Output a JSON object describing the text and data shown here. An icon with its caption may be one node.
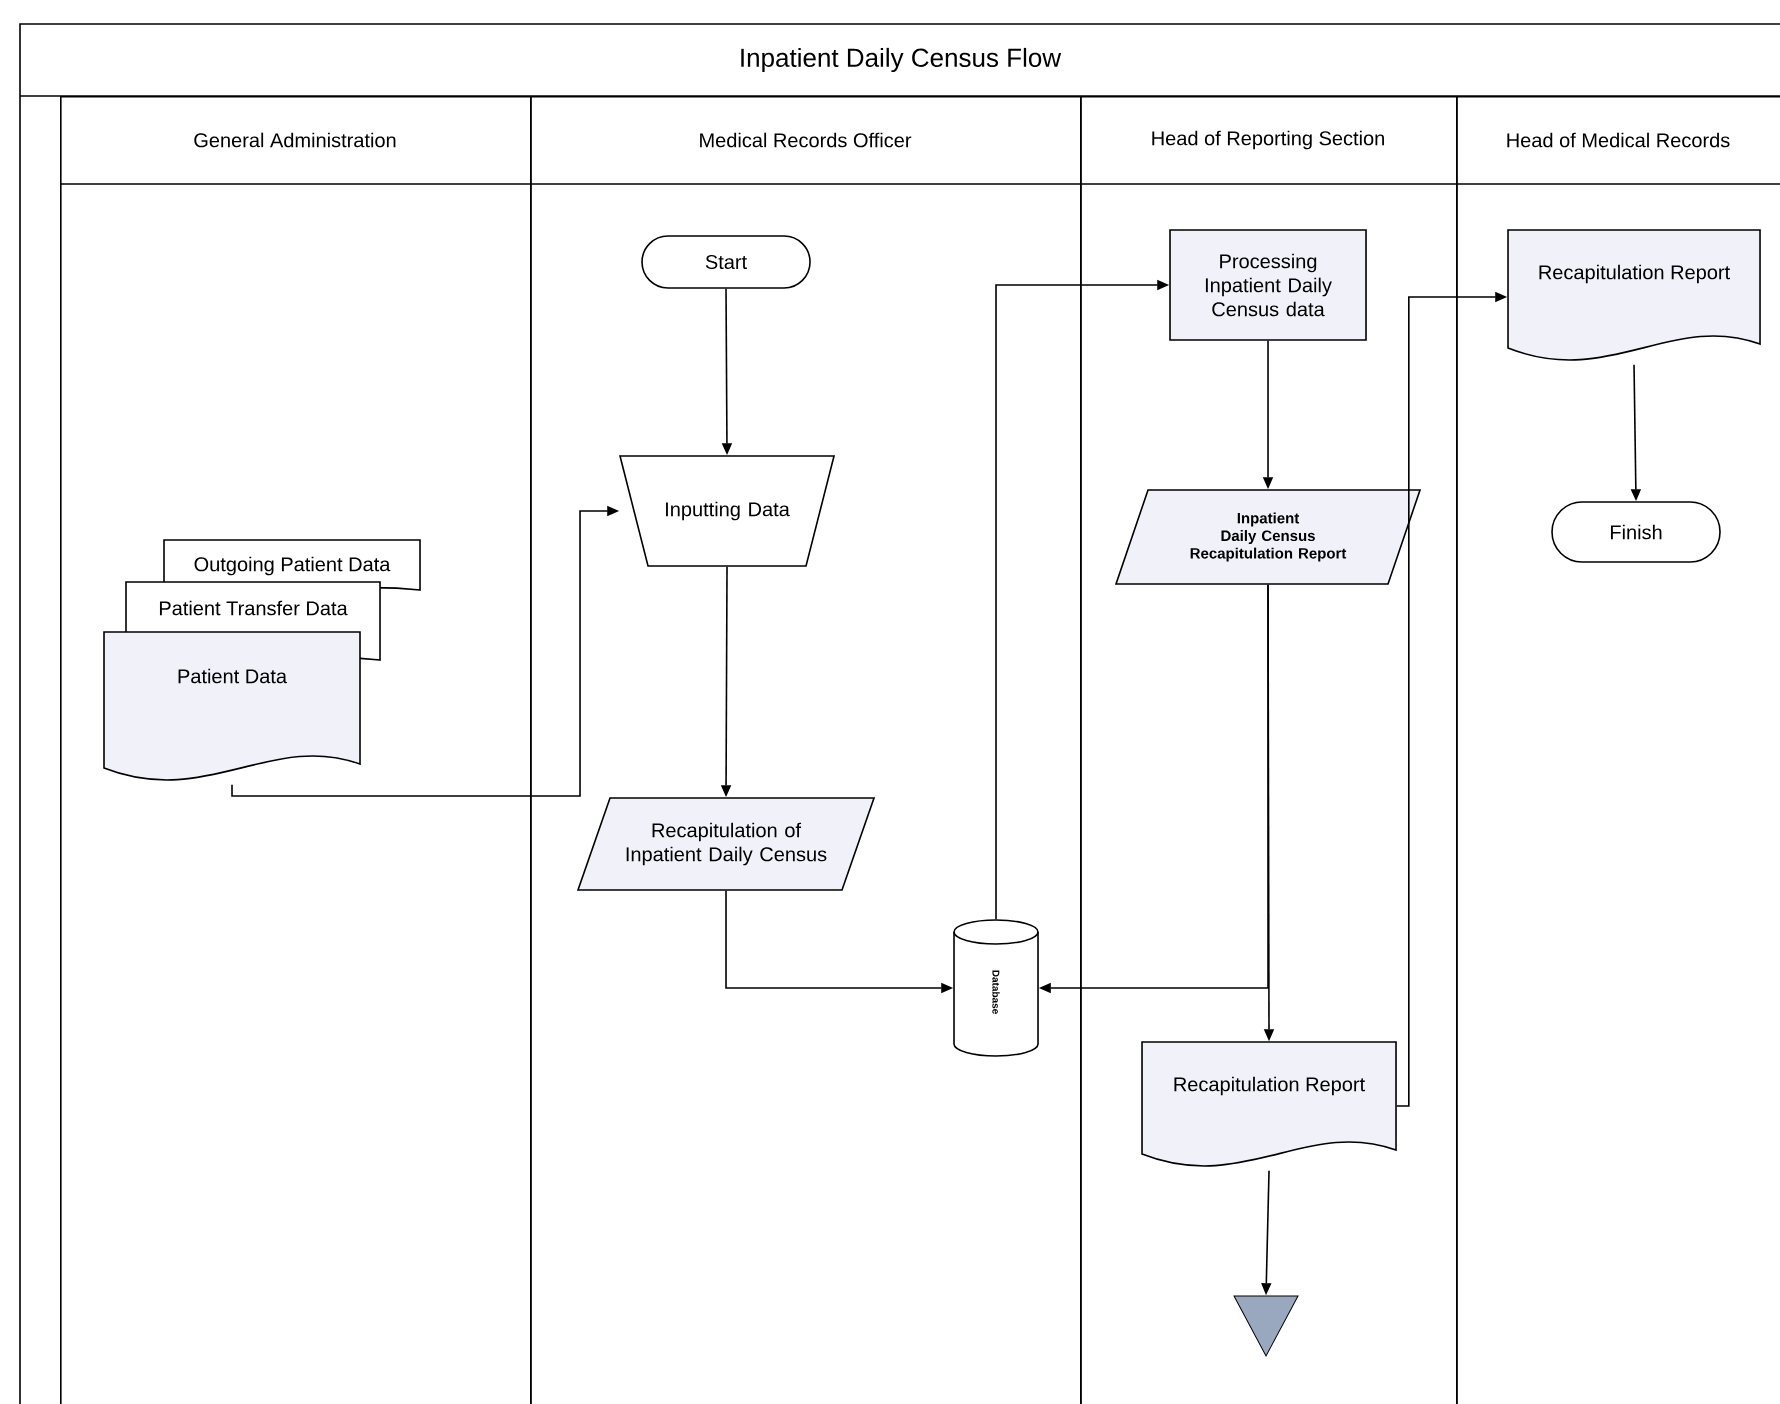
{
  "diagram": {
    "title": "Inpatient Daily Census Flow",
    "nodes": [
      {
        "text": [
          "General Administration"
        ]
      },
      {
        "text": [
          "Medical Records Officer"
        ]
      },
      {
        "text": [
          "Head of Reporting Section"
        ]
      },
      {
        "text": [
          "Head of Medical Records"
        ]
      },
      {
        "text": [
          "Start"
        ],
        "in": 1
      },
      {
        "text": [
          "Outgoing Patient Data"
        ],
        "in": 0
      },
      {
        "text": [
          "Patient Transfer Data"
        ],
        "in": 0
      },
      {
        "text": [
          "Patient Data"
        ],
        "in": 0
      },
      {
        "text": [
          "Inputting Data"
        ],
        "in": 1
      },
      {
        "text": [
          "Recapitulation of Inpatient Daily Census"
        ],
        "in": 1
      },
      {
        "text": [
          "Processing Inpatient Daily Census data"
        ],
        "in": 2
      },
      {
        "text": [
          "Inpatient Daily Census Recapitulation Report"
        ],
        "in": 2
      },
      {
        "text": [
          "Database"
        ],
        "in": 1
      },
      {
        "text": [
          "Recapitulation Report"
        ],
        "in": 2
      },
      {
        "text": [],
        "shape": "triangle",
        "in": 2
      },
      {
        "text": [
          "Recapitulation Report"
        ],
        "in": 3
      },
      {
        "text": [
          "Finish"
        ],
        "in": 3
      }
    ],
    "edges": [
      {
        "from": 4,
        "to": 8,
        "arrow": "to"
      },
      {
        "from": 7,
        "to": 8,
        "arrow": "to"
      },
      {
        "from": 8,
        "to": 9,
        "arrow": "to"
      },
      {
        "from": 9,
        "to": 12,
        "arrow": "to"
      },
      {
        "from": 12,
        "to": 10,
        "arrow": "to"
      },
      {
        "from": 10,
        "to": 11,
        "arrow": "to"
      },
      {
        "from": 11,
        "to": 13,
        "arrow": "to"
      },
      {
        "from": 11,
        "to": 12,
        "arrow": "to"
      },
      {
        "from": 13,
        "to": 14,
        "arrow": "to"
      },
      {
        "from": 13,
        "to": 15,
        "arrow": "to"
      },
      {
        "from": 15,
        "to": 16,
        "arrow": "to"
      }
    ]
  }
}
